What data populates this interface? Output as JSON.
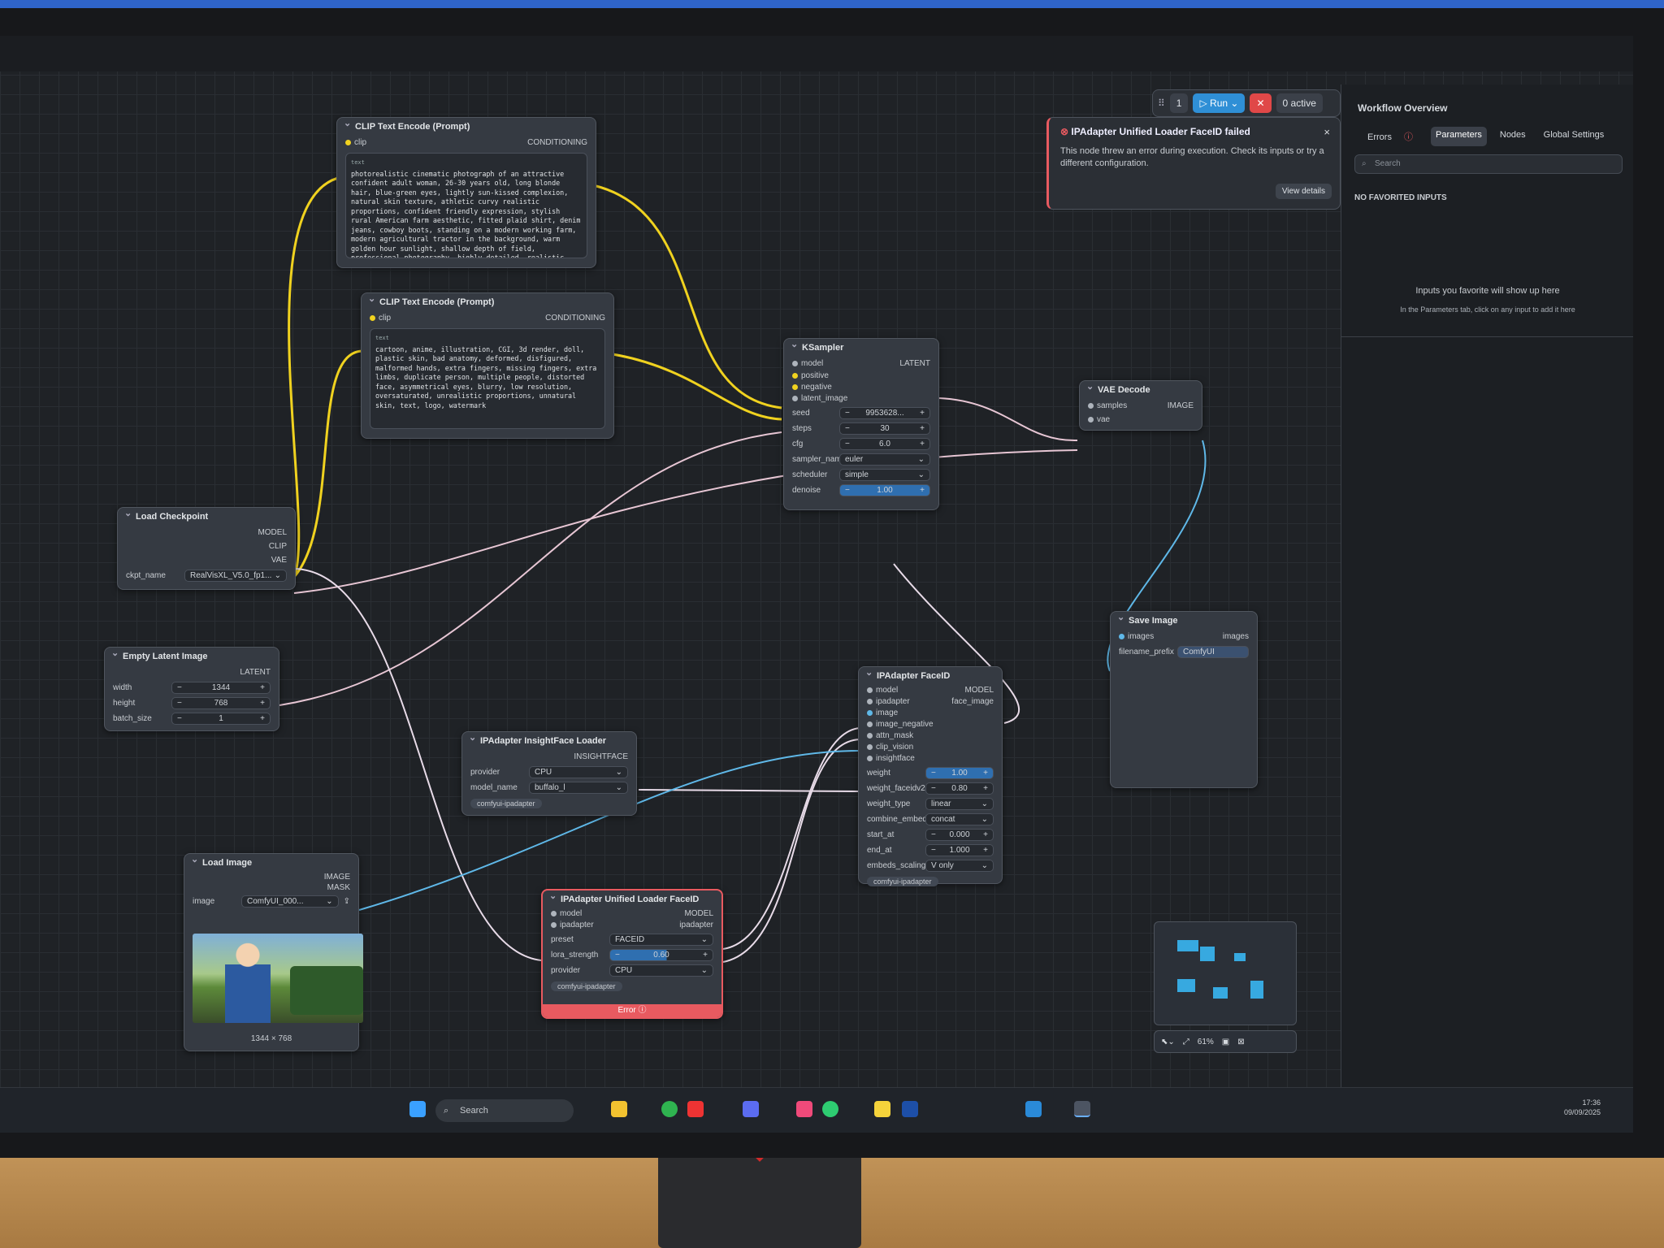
{
  "toolbar": {
    "queue_count": "1",
    "run_label": "Run",
    "stop_label": "✕",
    "active_label": "0 active"
  },
  "toast": {
    "title": "IPAdapter Unified Loader FaceID failed",
    "message": "This node threw an error during execution. Check its inputs or try a different configuration.",
    "button": "View details"
  },
  "panel": {
    "title": "Workflow Overview",
    "tabs": [
      "Errors",
      "Parameters",
      "Nodes",
      "Global Settings"
    ],
    "search_placeholder": "Search",
    "fav_heading": "NO FAVORITED INPUTS",
    "fav_message": "Inputs you favorite will show up here",
    "fav_sub": "In the Parameters tab, click   on any input to add it here"
  },
  "nodes": {
    "clip1": {
      "title": "CLIP Text Encode (Prompt)",
      "in": "clip",
      "out": "CONDITIONING",
      "field": "text",
      "text": "photorealistic cinematic photograph of an attractive confident adult woman, 26-30 years old, long blonde hair, blue-green eyes, lightly sun-kissed complexion, natural skin texture, athletic curvy realistic proportions, confident friendly expression, stylish rural American farm aesthetic, fitted plaid shirt, denim jeans, cowboy boots, standing on a modern working farm, modern agricultural tractor in the background, warm golden hour sunlight, shallow depth of field, professional photography, highly detailed, realistic"
    },
    "clip2": {
      "title": "CLIP Text Encode (Prompt)",
      "in": "clip",
      "out": "CONDITIONING",
      "field": "text",
      "text": "cartoon, anime, illustration, CGI, 3d render, doll, plastic skin, bad anatomy, deformed, disfigured, malformed hands, extra fingers, missing fingers, extra limbs, duplicate person, multiple people, distorted face, asymmetrical eyes, blurry, low resolution, oversaturated, unrealistic proportions, unnatural skin, text, logo, watermark"
    },
    "checkpoint": {
      "title": "Load Checkpoint",
      "outs": [
        "MODEL",
        "CLIP",
        "VAE"
      ],
      "ckpt_label": "ckpt_name",
      "ckpt_value": "RealVisXL_V5.0_fp1..."
    },
    "latent": {
      "title": "Empty Latent Image",
      "out": "LATENT",
      "fields": [
        {
          "label": "width",
          "value": "1344"
        },
        {
          "label": "height",
          "value": "768"
        },
        {
          "label": "batch_size",
          "value": "1"
        }
      ]
    },
    "ksampler": {
      "title": "KSampler",
      "ins": [
        "model",
        "positive",
        "negative",
        "latent_image"
      ],
      "out": "LATENT",
      "fields": [
        {
          "label": "seed",
          "value": "9953628..."
        },
        {
          "label": "steps",
          "value": "30"
        },
        {
          "label": "cfg",
          "value": "6.0"
        },
        {
          "label": "sampler_name",
          "value": "euler"
        },
        {
          "label": "scheduler",
          "value": "simple"
        },
        {
          "label": "denoise",
          "value": "1.00"
        }
      ]
    },
    "vae": {
      "title": "VAE Decode",
      "ins": [
        "samples",
        "vae"
      ],
      "out": "IMAGE"
    },
    "save": {
      "title": "Save Image",
      "in": "images",
      "out": "images",
      "prefix_label": "filename_prefix",
      "prefix_value": "ComfyUI"
    },
    "faceid": {
      "title": "IPAdapter FaceID",
      "ins": [
        "model",
        "ipadapter",
        "image",
        "image_negative",
        "attn_mask",
        "clip_vision",
        "insightface"
      ],
      "outs": [
        "MODEL",
        "face_image"
      ],
      "fields": [
        {
          "label": "weight",
          "value": "1.00"
        },
        {
          "label": "weight_faceidv2",
          "value": "0.80"
        },
        {
          "label": "weight_type",
          "value": "linear"
        },
        {
          "label": "combine_embeds",
          "value": "concat"
        },
        {
          "label": "start_at",
          "value": "0.000"
        },
        {
          "label": "end_at",
          "value": "1.000"
        },
        {
          "label": "embeds_scaling",
          "value": "V only"
        }
      ],
      "tag": "comfyui-ipadapter"
    },
    "insight": {
      "title": "IPAdapter InsightFace Loader",
      "out": "INSIGHTFACE",
      "fields": [
        {
          "label": "provider",
          "value": "CPU"
        },
        {
          "label": "model_name",
          "value": "buffalo_l"
        }
      ],
      "tag": "comfyui-ipadapter"
    },
    "loadimg": {
      "title": "Load Image",
      "outs": [
        "IMAGE",
        "MASK"
      ],
      "img_label": "image",
      "img_value": "ComfyUI_000...",
      "caption": "1344 × 768"
    },
    "unified": {
      "title": "IPAdapter Unified Loader FaceID",
      "ins": [
        "model",
        "ipadapter"
      ],
      "outs": [
        "MODEL",
        "ipadapter"
      ],
      "fields": [
        {
          "label": "preset",
          "value": "FACEID"
        },
        {
          "label": "lora_strength",
          "value": "0.60"
        },
        {
          "label": "provider",
          "value": "CPU"
        }
      ],
      "tag": "comfyui-ipadapter",
      "error": "Error"
    }
  },
  "minimap": {
    "zoom": "61%"
  },
  "taskbar": {
    "search": "Search",
    "time": "17:36",
    "date": "09/09/2025"
  },
  "colors": {
    "clip_link": "#f0d21f",
    "model_link": "#e8dbe8",
    "image_link": "#5fb8e8",
    "error": "#e85a60",
    "run": "#2f8fd6"
  }
}
